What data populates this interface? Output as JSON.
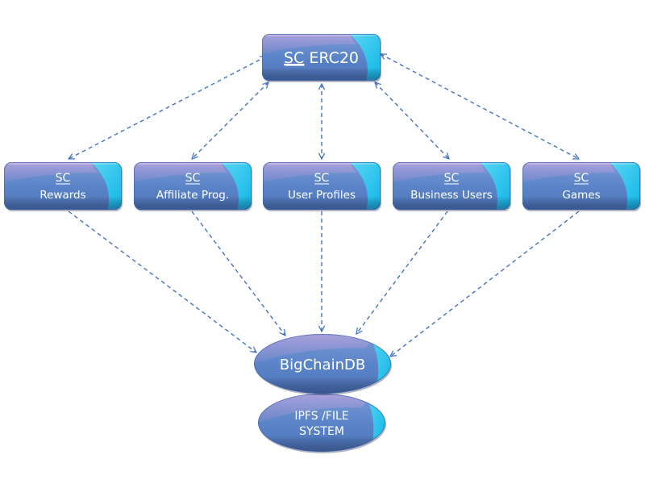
{
  "diagram": {
    "colors": {
      "node_fill": "#5b84c8",
      "node_highlight": "#9a8fcf",
      "node_accent": "#1fc1ec",
      "node_border": "#3d5f9c",
      "edge": "#4472c4",
      "text": "#ffffff"
    },
    "top_node": {
      "id": "erc20",
      "prefix": "SC",
      "label": "ERC20"
    },
    "contract_nodes": [
      {
        "id": "rewards",
        "prefix": "SC",
        "label": "Rewards"
      },
      {
        "id": "affiliate",
        "prefix": "SC",
        "label": "Affiliate Prog."
      },
      {
        "id": "profiles",
        "prefix": "SC",
        "label": "User Profiles"
      },
      {
        "id": "business",
        "prefix": "SC",
        "label": "Business Users"
      },
      {
        "id": "games",
        "prefix": "SC",
        "label": "Games"
      }
    ],
    "storage_nodes": [
      {
        "id": "bigchaindb",
        "lines": [
          "BigChainDB"
        ]
      },
      {
        "id": "ipfs",
        "lines": [
          "IPFS /FILE",
          "SYSTEM"
        ]
      }
    ],
    "edges": [
      {
        "from": "erc20",
        "to": "rewards",
        "style": "dashed",
        "direction": "both"
      },
      {
        "from": "erc20",
        "to": "affiliate",
        "style": "dashed",
        "direction": "both"
      },
      {
        "from": "erc20",
        "to": "profiles",
        "style": "dashed",
        "direction": "both"
      },
      {
        "from": "erc20",
        "to": "business",
        "style": "dashed",
        "direction": "both"
      },
      {
        "from": "erc20",
        "to": "games",
        "style": "dashed",
        "direction": "both"
      },
      {
        "from": "rewards",
        "to": "bigchaindb",
        "style": "dashed",
        "direction": "forward"
      },
      {
        "from": "affiliate",
        "to": "bigchaindb",
        "style": "dashed",
        "direction": "forward"
      },
      {
        "from": "profiles",
        "to": "bigchaindb",
        "style": "dashed",
        "direction": "forward"
      },
      {
        "from": "business",
        "to": "bigchaindb",
        "style": "dashed",
        "direction": "forward"
      },
      {
        "from": "games",
        "to": "bigchaindb",
        "style": "dashed",
        "direction": "forward"
      }
    ]
  }
}
